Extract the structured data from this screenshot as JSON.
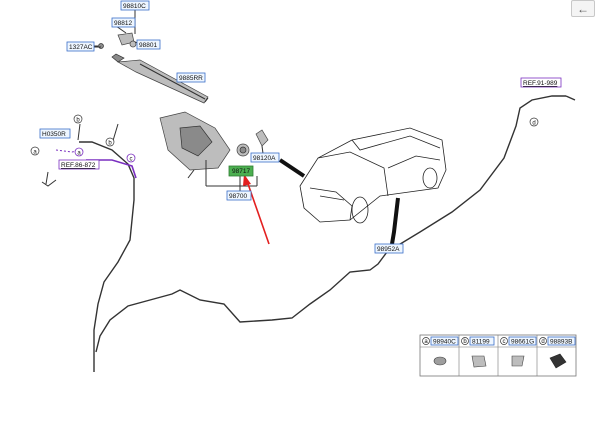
{
  "nav": {
    "back_icon": "arrow-left-icon",
    "back_glyph": "🡐"
  },
  "callouts": {
    "c98810C": "98810C",
    "c98812": "98812",
    "c98801": "98801",
    "c1327AC": "1327AC",
    "c9885RR": "9885RR",
    "cH0350R": "H0350R",
    "c98120A": "98120A",
    "c98717": "98717",
    "c98700": "98700",
    "c98952A": "98952A"
  },
  "references": {
    "ref8687": "REF.86-872",
    "ref9198": "REF.91-989"
  },
  "markers": {
    "a": "a",
    "b": "b",
    "c": "c",
    "d": "d"
  },
  "legend": {
    "items": [
      {
        "letter": "a",
        "code": "98940C"
      },
      {
        "letter": "b",
        "code": "81199"
      },
      {
        "letter": "c",
        "code": "98661G"
      },
      {
        "letter": "d",
        "code": "98893B"
      }
    ]
  },
  "colors": {
    "highlight": "#4caf50",
    "callout_border": "#3a6fc9",
    "reference": "#7a2fc0",
    "pointer": "#e32020"
  }
}
